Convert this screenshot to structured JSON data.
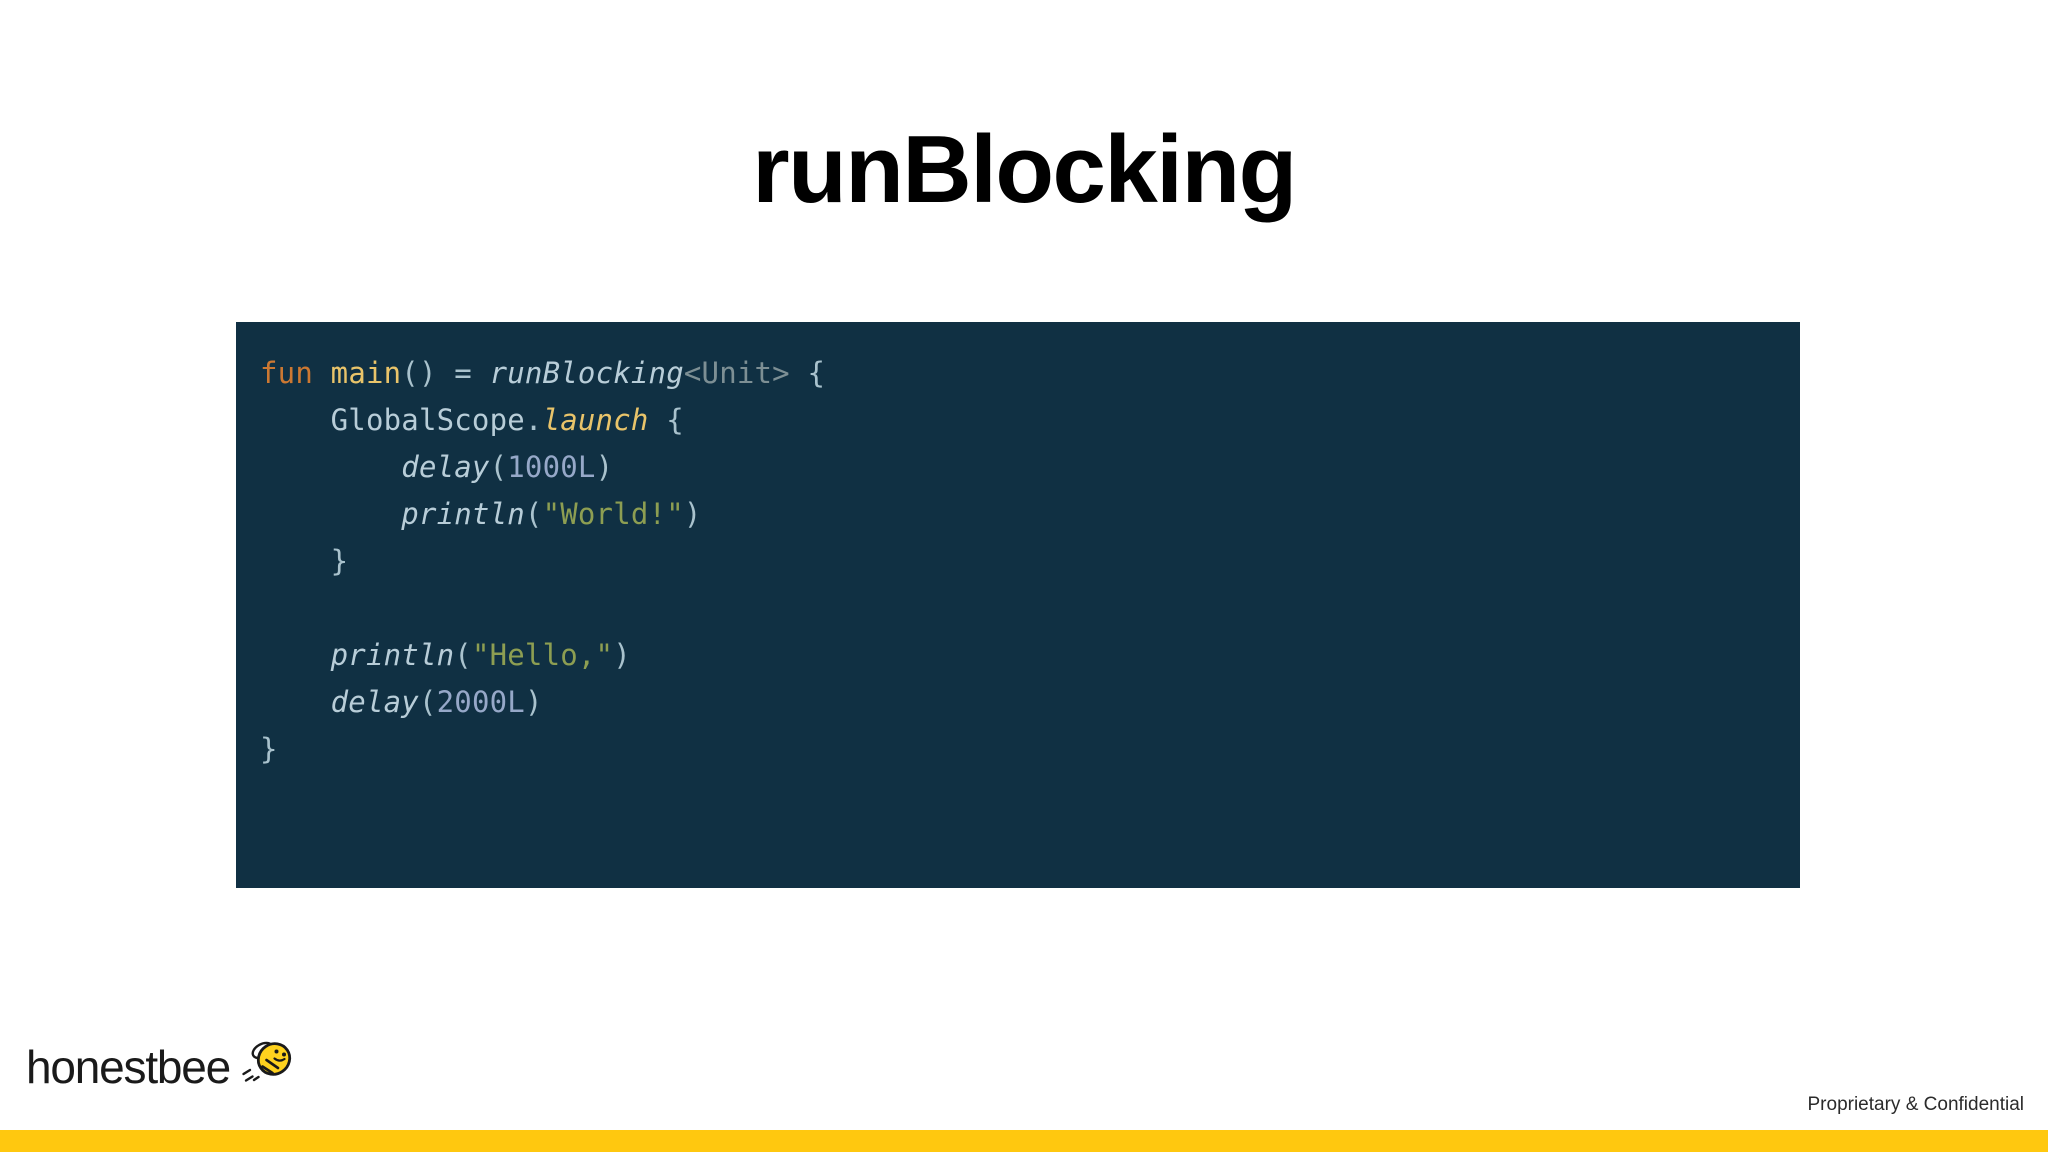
{
  "slide": {
    "title": "runBlocking",
    "background_color": "#ffffff"
  },
  "code_block": {
    "background_color": "#103043",
    "language": "kotlin",
    "lines": [
      {
        "index": 1,
        "text": "fun main() = runBlocking<Unit> {",
        "tokens": [
          {
            "t": "fun",
            "cls": "t-kw"
          },
          {
            "t": " ",
            "cls": "t-punct"
          },
          {
            "t": "main",
            "cls": "t-fnname"
          },
          {
            "t": "() = ",
            "cls": "t-punct"
          },
          {
            "t": "runBlocking",
            "cls": "t-call"
          },
          {
            "t": "<Unit>",
            "cls": "t-type"
          },
          {
            "t": " {",
            "cls": "t-punct"
          }
        ]
      },
      {
        "index": 2,
        "text": "    GlobalScope.launch {",
        "tokens": [
          {
            "t": "    ",
            "cls": "t-punct"
          },
          {
            "t": "GlobalScope",
            "cls": "t-ident"
          },
          {
            "t": ".",
            "cls": "t-punct"
          },
          {
            "t": "launch",
            "cls": "t-fnital"
          },
          {
            "t": " {",
            "cls": "t-punct"
          }
        ]
      },
      {
        "index": 3,
        "text": "        delay(1000L)",
        "tokens": [
          {
            "t": "        ",
            "cls": "t-punct"
          },
          {
            "t": "delay",
            "cls": "t-call"
          },
          {
            "t": "(",
            "cls": "t-punct"
          },
          {
            "t": "1000L",
            "cls": "t-num"
          },
          {
            "t": ")",
            "cls": "t-punct"
          }
        ]
      },
      {
        "index": 4,
        "text": "        println(\"World!\")",
        "tokens": [
          {
            "t": "        ",
            "cls": "t-punct"
          },
          {
            "t": "println",
            "cls": "t-call"
          },
          {
            "t": "(",
            "cls": "t-punct"
          },
          {
            "t": "\"World!\"",
            "cls": "t-str"
          },
          {
            "t": ")",
            "cls": "t-punct"
          }
        ]
      },
      {
        "index": 5,
        "text": "    }",
        "tokens": [
          {
            "t": "    }",
            "cls": "t-punct"
          }
        ]
      },
      {
        "index": 6,
        "text": "",
        "tokens": []
      },
      {
        "index": 7,
        "text": "    println(\"Hello,\")",
        "tokens": [
          {
            "t": "    ",
            "cls": "t-punct"
          },
          {
            "t": "println",
            "cls": "t-call"
          },
          {
            "t": "(",
            "cls": "t-punct"
          },
          {
            "t": "\"Hello,\"",
            "cls": "t-str"
          },
          {
            "t": ")",
            "cls": "t-punct"
          }
        ]
      },
      {
        "index": 8,
        "text": "    delay(2000L)",
        "tokens": [
          {
            "t": "    ",
            "cls": "t-punct"
          },
          {
            "t": "delay",
            "cls": "t-call"
          },
          {
            "t": "(",
            "cls": "t-punct"
          },
          {
            "t": "2000L",
            "cls": "t-num"
          },
          {
            "t": ")",
            "cls": "t-punct"
          }
        ]
      },
      {
        "index": 9,
        "text": "}",
        "tokens": [
          {
            "t": "}",
            "cls": "t-punct"
          }
        ]
      }
    ]
  },
  "footer": {
    "brand": "honestbee",
    "brand_icon": "bee-mascot-icon",
    "note": "Proprietary & Confidential",
    "bar_color": "#ffc80f",
    "bee_body_color": "#ffd21e",
    "bee_outline_color": "#1a1a1a"
  }
}
